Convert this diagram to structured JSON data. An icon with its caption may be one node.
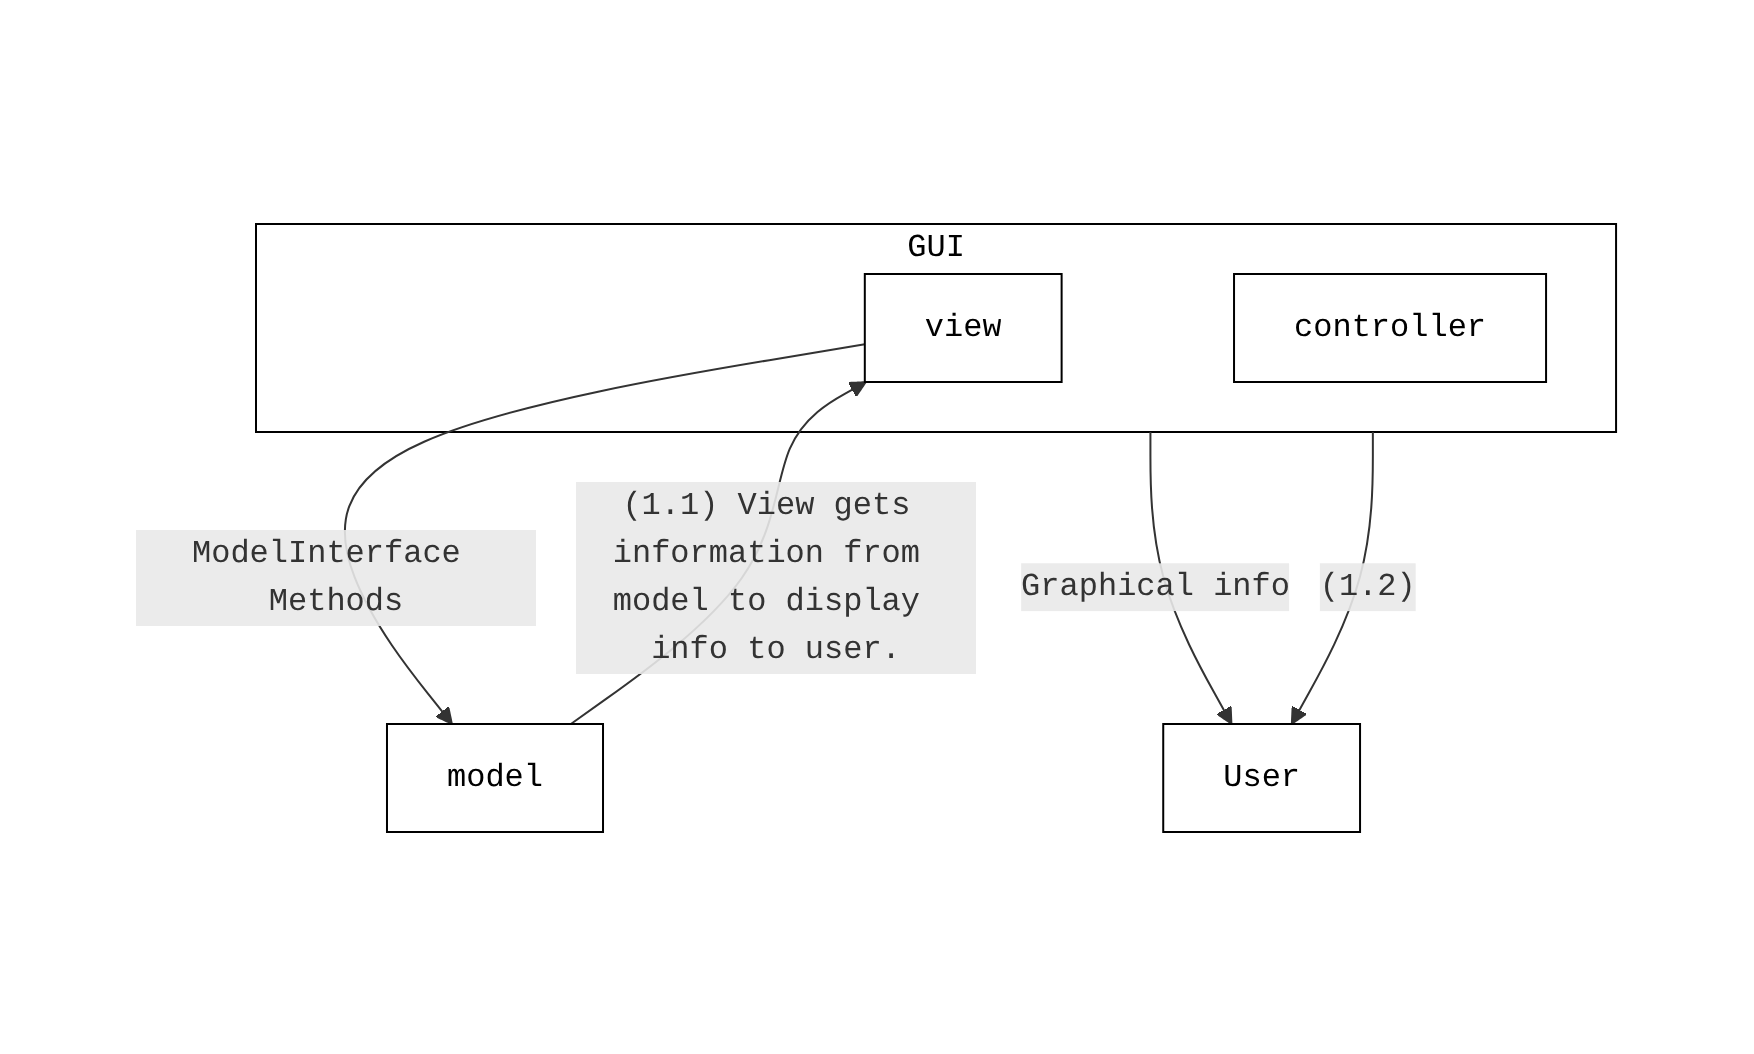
{
  "diagram": {
    "nodes": [
      {
        "text": [
          "User"
        ]
      },
      {
        "text": [
          "GUI"
        ]
      },
      {
        "text": [
          "view"
        ],
        "in": 1
      },
      {
        "text": [
          "controller"
        ],
        "in": 1
      },
      {
        "text": [
          "model"
        ]
      }
    ],
    "edges": [
      {
        "from": 1,
        "to": 0,
        "arrow": "to",
        "label": "Graphical info"
      },
      {
        "from": 1,
        "to": 0,
        "arrow": "to",
        "label": "(1.2)"
      },
      {
        "from": 2,
        "to": 4,
        "arrow": "to",
        "label": "ModelInterface Methods"
      },
      {
        "from": 4,
        "to": 2,
        "arrow": "to",
        "label": "(1.1) View gets information from model to display info to user."
      }
    ]
  }
}
